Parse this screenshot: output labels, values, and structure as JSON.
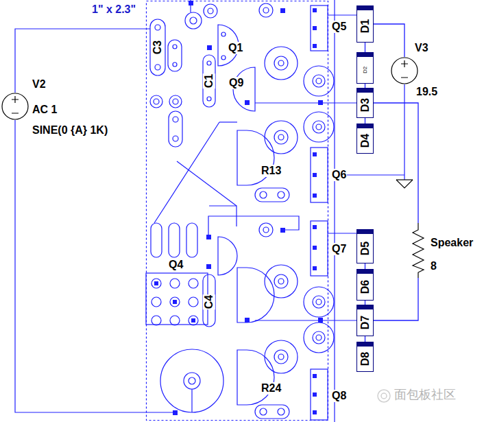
{
  "diagram": {
    "nodes": [
      {
        "text": [
          "V2",
          "AC 1",
          "SINE(0 {A} 1K)"
        ]
      },
      {
        "text": [
          "V3"
        ]
      },
      {
        "text": [
          "D1"
        ]
      },
      {
        "text": [
          "D2"
        ]
      },
      {
        "text": [
          "D3"
        ]
      },
      {
        "text": [
          "D4"
        ]
      },
      {
        "text": [
          "D5"
        ]
      },
      {
        "text": [
          "D6"
        ]
      },
      {
        "text": [
          "D7"
        ]
      },
      {
        "text": [
          "D8"
        ]
      },
      {
        "text": [
          "Speaker",
          "8"
        ]
      }
    ],
    "edges": [
      {
        "from": 1,
        "to": 2,
        "arrow": "none"
      },
      {
        "from": 2,
        "to": 3,
        "arrow": "none"
      },
      {
        "from": 3,
        "to": 4,
        "arrow": "none"
      },
      {
        "from": 4,
        "to": 5,
        "arrow": "none"
      },
      {
        "from": 6,
        "to": 7,
        "arrow": "none"
      },
      {
        "from": 7,
        "to": 8,
        "arrow": "none"
      },
      {
        "from": 8,
        "to": 9,
        "arrow": "none"
      },
      {
        "from": 10,
        "to": 4,
        "arrow": "none"
      },
      {
        "from": 10,
        "to": 8,
        "arrow": "none"
      }
    ],
    "labels": [
      "1\" x 2.3\"",
      "C3",
      "Q1",
      "C1",
      "Q9",
      "Q5",
      "19.5",
      "R13",
      "Q6",
      "Q7",
      "Q4",
      "C4",
      "R24",
      "Q8",
      "面包板社区"
    ]
  }
}
